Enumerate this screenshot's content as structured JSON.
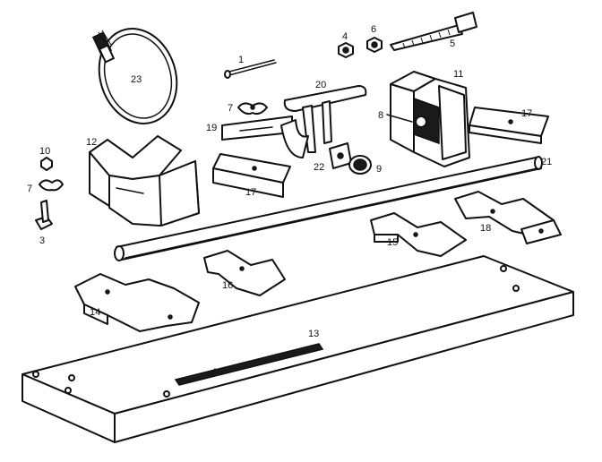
{
  "labels": {
    "p1": "1",
    "p3": "3",
    "p4": "4",
    "p5": "5",
    "p6": "6",
    "p7a": "7",
    "p7b": "7",
    "p8": "8",
    "p9": "9",
    "p10": "10",
    "p11": "11",
    "p12": "12",
    "p13": "13",
    "p14": "14",
    "p15": "15",
    "p16": "16",
    "p17a": "17",
    "p17b": "17",
    "p18": "18",
    "p19": "19",
    "p20": "20",
    "p21": "21",
    "p22": "22",
    "p23": "23"
  }
}
